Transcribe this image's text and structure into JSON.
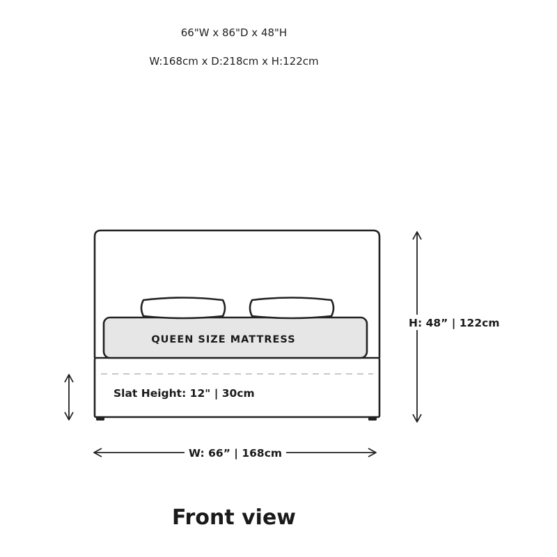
{
  "dimensions": {
    "imperial": "66\"W x 86\"D x 48\"H",
    "metric": "W:168cm x D:218cm x H:122cm"
  },
  "drawing": {
    "mattress_label": "QUEEN SIZE MATTRESS",
    "slat_label": "Slat Height: 12\" | 30cm",
    "height_label": "H: 48” | 122cm",
    "width_label": "W: 66” | 168cm"
  },
  "view_title": "Front view",
  "colors": {
    "line": "#222222",
    "mattress_fill": "#e6e6e6",
    "dashed": "#b5b5b5"
  }
}
